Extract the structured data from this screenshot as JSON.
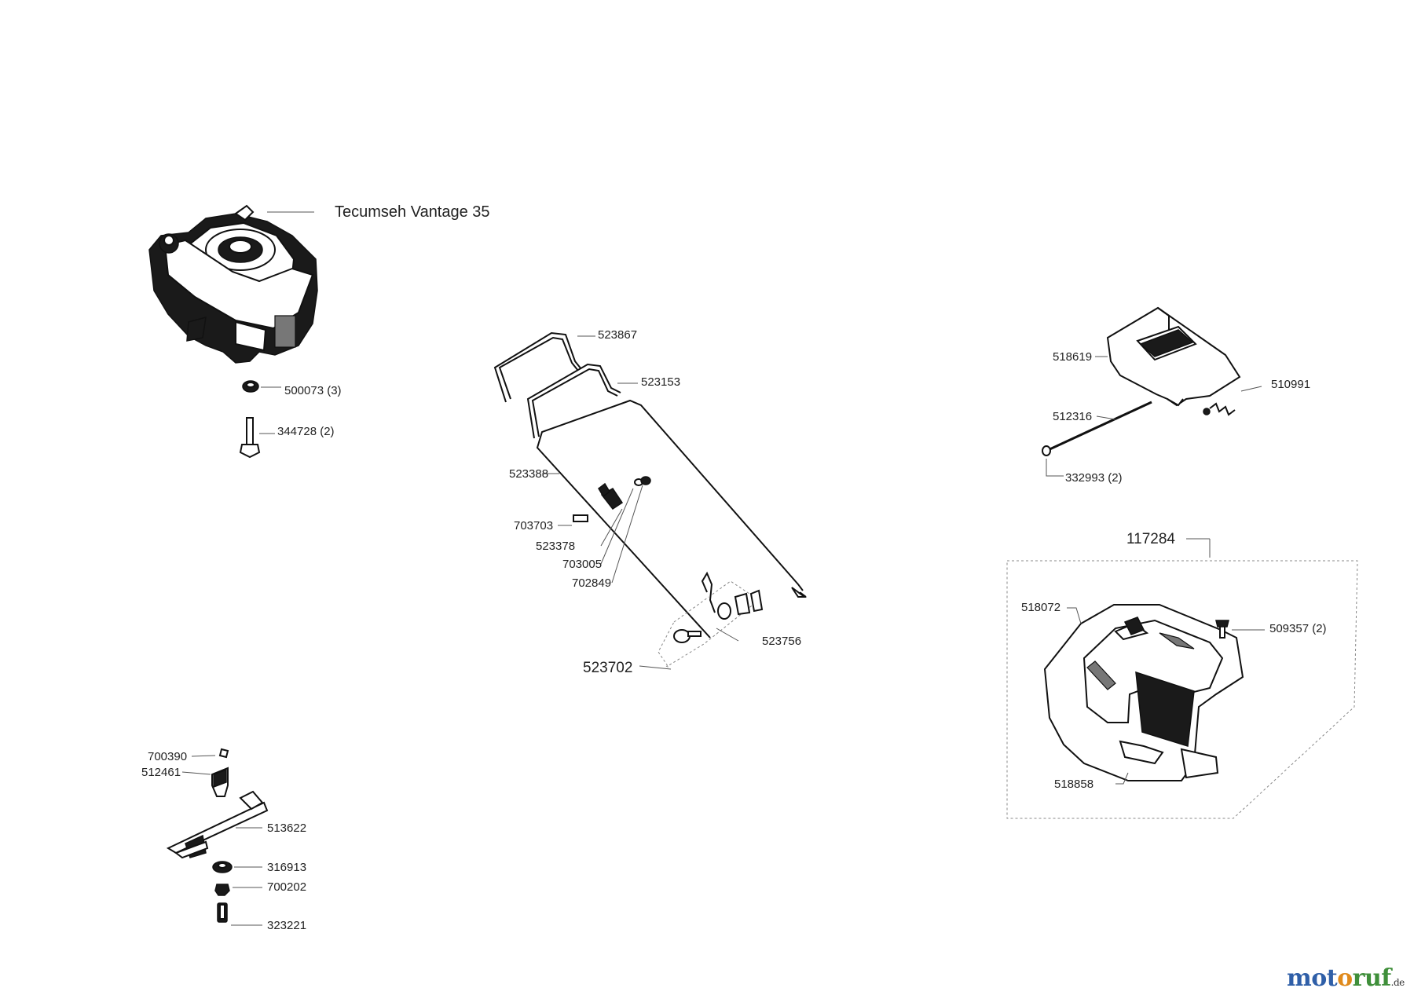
{
  "engine": {
    "label": "Tecumseh Vantage 35"
  },
  "labels": {
    "p500073": "500073 (3)",
    "p344728": "344728 (2)",
    "p523867": "523867",
    "p523153": "523153",
    "p523388": "523388",
    "p703703": "703703",
    "p523378": "523378",
    "p703005": "703005",
    "p702849": "702849",
    "p523756": "523756",
    "p523702": "523702",
    "p518619": "518619",
    "p510991": "510991",
    "p512316": "512316",
    "p332993": "332993 (2)",
    "p117284": "117284",
    "p518072": "518072",
    "p509357": "509357 (2)",
    "p518858": "518858",
    "p700390": "700390",
    "p512461": "512461",
    "p513622": "513622",
    "p316913": "316913",
    "p700202": "700202",
    "p323221": "323221"
  },
  "watermark": {
    "part1": "mot",
    "part2": "o",
    "part3": "ruf",
    "tld": ".de"
  },
  "colors": {
    "watermark_blue": "#2f5fa8",
    "watermark_orange": "#e08a1c",
    "watermark_green": "#3f8f3a"
  }
}
